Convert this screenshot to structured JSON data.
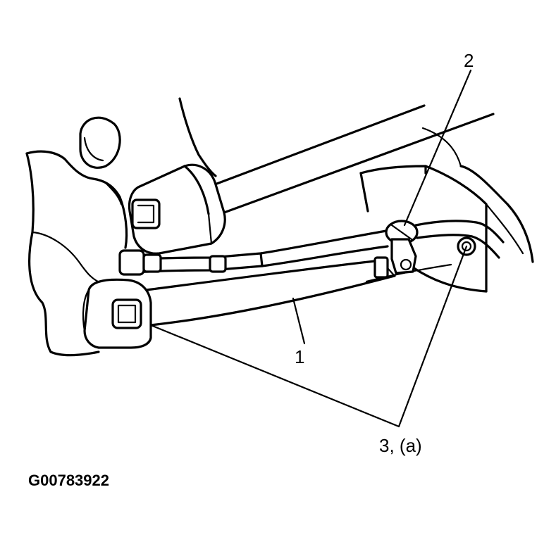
{
  "callouts": {
    "item_1": "1",
    "item_2": "2",
    "item_3": "3, (a)"
  },
  "figure_id": "G00783922"
}
